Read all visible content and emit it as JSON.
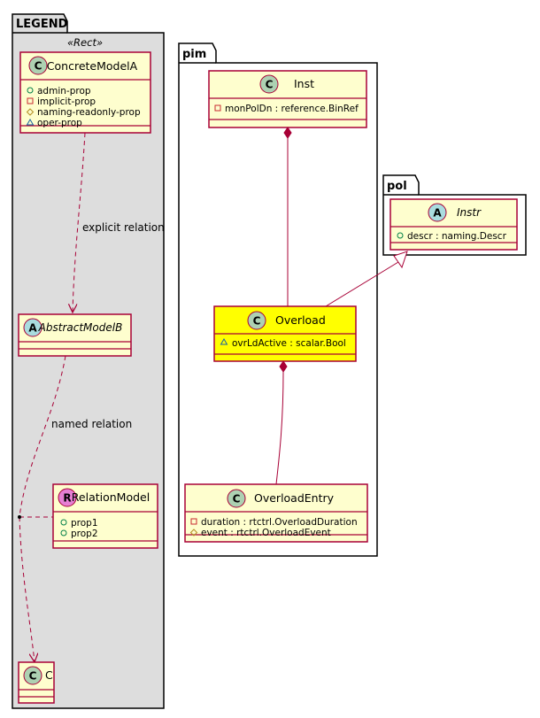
{
  "packages": {
    "legend": {
      "name": "LEGEND",
      "stereotype": "«Rect»"
    },
    "pim": {
      "name": "pim"
    },
    "pol": {
      "name": "pol"
    }
  },
  "classes": {
    "concrete_model_a": {
      "glyph": "C",
      "name": "ConcreteModelA",
      "attrs": [
        "admin-prop",
        "implicit-prop",
        "naming-readonly-prop",
        "oper-prop"
      ]
    },
    "abstract_model_b": {
      "glyph": "A",
      "name": "AbstractModelB"
    },
    "relation_model": {
      "glyph": "R",
      "name": "RelationModel",
      "attrs": [
        "prop1",
        "prop2"
      ]
    },
    "c": {
      "glyph": "C",
      "name": "C"
    },
    "inst": {
      "glyph": "C",
      "name": "Inst",
      "attrs": [
        "monPolDn : reference.BinRef"
      ]
    },
    "overload": {
      "glyph": "C",
      "name": "Overload",
      "attrs": [
        "ovrLdActive : scalar.Bool"
      ]
    },
    "overload_entry": {
      "glyph": "C",
      "name": "OverloadEntry",
      "attrs": [
        "duration : rtctrl.OverloadDuration",
        "event : rtctrl.OverloadEvent"
      ]
    },
    "instr": {
      "glyph": "A",
      "name": "Instr",
      "attrs": [
        "descr : naming.Descr"
      ]
    }
  },
  "relations": {
    "explicit": "explicit relation",
    "named": "named relation"
  },
  "colors": {
    "class_fill": "#FEFECE",
    "highlight_fill": "#FFFF00",
    "border": "#A80036",
    "legend_bg": "#DDDDDD"
  }
}
